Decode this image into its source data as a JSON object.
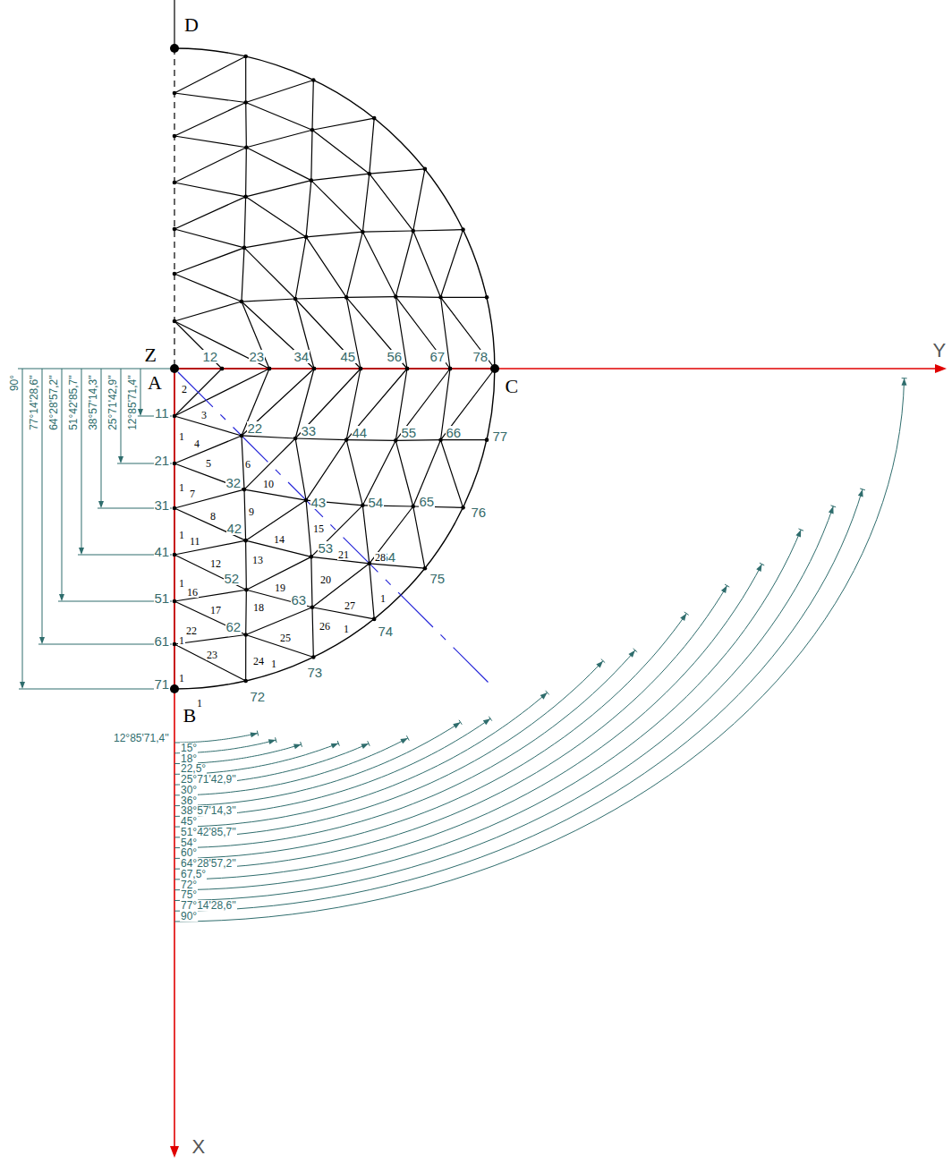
{
  "diagram": {
    "labels": [
      "D",
      "Z",
      "A",
      "C",
      "Y",
      "B",
      "X",
      "12",
      "23",
      "34",
      "45",
      "56",
      "67",
      "78",
      "11",
      "22",
      "33",
      "44",
      "55",
      "66",
      "77",
      "21",
      "32",
      "43",
      "54",
      "65",
      "76",
      "31",
      "42",
      "53",
      "64",
      "75",
      "41",
      "52",
      "63",
      "74",
      "51",
      "62",
      "73",
      "61",
      "72",
      "71",
      "2",
      "3",
      "1",
      "4",
      "5",
      "6",
      "1",
      "10",
      "7",
      "8",
      "9",
      "1",
      "11",
      "14",
      "15",
      "12",
      "13",
      "21",
      "28",
      "1",
      "16",
      "20",
      "19",
      "17",
      "18",
      "1",
      "27",
      "26",
      "1",
      "22",
      "1",
      "25",
      "23",
      "24",
      "1",
      "1",
      "1",
      "90°",
      "77°14'28,6''",
      "64°28'57,2''",
      "51°42'85,7''",
      "38°57'14,3''",
      "25°71'42,9''",
      "12°85'71,4''",
      "12°85'71,4''",
      "15°",
      "18°",
      "22,5°",
      "25°71'42,9''",
      "30°",
      "36°",
      "38°57'14,3''",
      "45°",
      "51°42'85,7''",
      "54°",
      "60°",
      "64°28'57,2''",
      "67,5°",
      "72°",
      "75°",
      "77°14'28,6''",
      "90°"
    ]
  }
}
